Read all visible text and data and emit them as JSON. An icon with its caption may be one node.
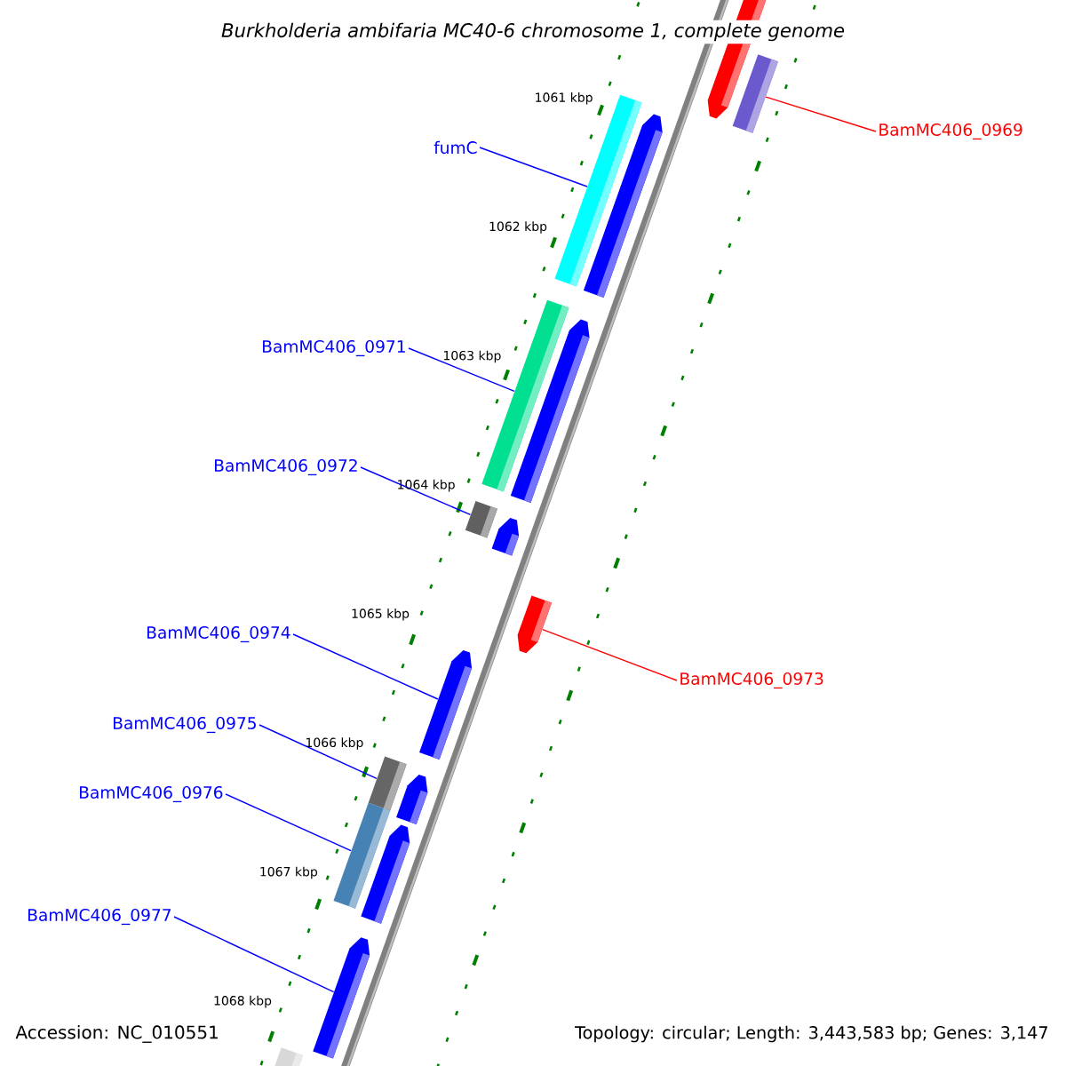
{
  "diagram": {
    "title": "Burkholderia ambifaria MC40-6 chromosome 1, complete genome",
    "nodes": [
      {
        "text": [
          "fumC"
        ]
      },
      {
        "text": [
          "BamMC406_0969"
        ]
      },
      {
        "text": [
          "BamMC406_0971"
        ]
      },
      {
        "text": [
          "BamMC406_0972"
        ]
      },
      {
        "text": [
          "BamMC406_0974"
        ]
      },
      {
        "text": [
          "BamMC406_0973"
        ]
      },
      {
        "text": [
          "BamMC406_0975"
        ]
      },
      {
        "text": [
          "BamMC406_0976"
        ]
      },
      {
        "text": [
          "BamMC406_0977"
        ]
      },
      {
        "text": [],
        "shape": "bar"
      },
      {
        "text": [],
        "shape": "bar"
      },
      {
        "text": [],
        "shape": "bar"
      },
      {
        "text": [],
        "shape": "bar"
      },
      {
        "text": [],
        "shape": "arrow"
      },
      {
        "text": [],
        "shape": "arrow"
      },
      {
        "text": [],
        "shape": "bar"
      },
      {
        "text": [],
        "shape": "bar"
      },
      {
        "text": [],
        "shape": "arrow"
      }
    ],
    "edges": [
      {
        "from": 0,
        "to": 9,
        "arrow": "none"
      },
      {
        "from": 1,
        "to": 10,
        "arrow": "none",
        "color": "#ff0000"
      },
      {
        "from": 2,
        "to": 11,
        "arrow": "none"
      },
      {
        "from": 3,
        "to": 12,
        "arrow": "none"
      },
      {
        "from": 4,
        "to": 13,
        "arrow": "none"
      },
      {
        "from": 5,
        "to": 14,
        "arrow": "none",
        "color": "#ff0000"
      },
      {
        "from": 6,
        "to": 15,
        "arrow": "none"
      },
      {
        "from": 7,
        "to": 16,
        "arrow": "none"
      },
      {
        "from": 8,
        "to": 17,
        "arrow": "none"
      }
    ],
    "labels": [
      "1061 kbp",
      "1062 kbp",
      "1063 kbp",
      "1064 kbp",
      "1065 kbp",
      "1066 kbp",
      "1067 kbp",
      "1068 kbp",
      "Accession: NC_010551",
      "Topology: circular; Length: 3,443,583 bp; Genes: 3,147"
    ]
  }
}
